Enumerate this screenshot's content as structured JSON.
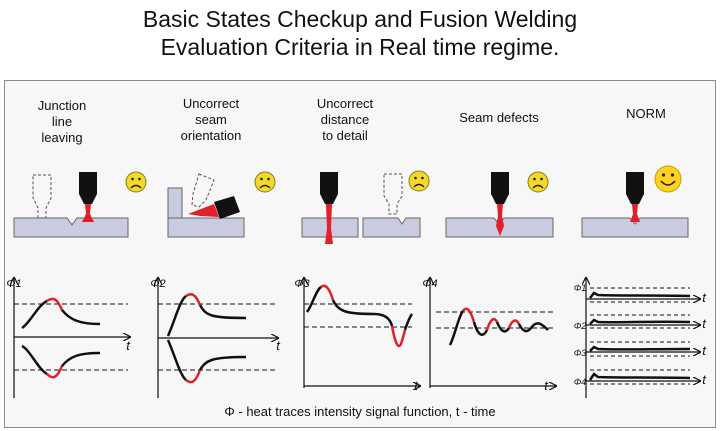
{
  "title": {
    "line1": "Basic States Checkup and Fusion Welding",
    "line2": "Evaluation Criteria in Real time regime."
  },
  "panels": [
    {
      "lines": [
        "Junction",
        "line",
        "leaving"
      ],
      "face": "sad"
    },
    {
      "lines": [
        "Uncorrect",
        "seam",
        "orientation"
      ],
      "face": "sad"
    },
    {
      "lines": [
        "Uncorrect",
        "distance",
        "to detail"
      ],
      "face": "sad"
    },
    {
      "lines": [
        "Seam defects"
      ],
      "face": "sad"
    },
    {
      "lines": [
        "NORM"
      ],
      "face": "happy"
    }
  ],
  "axis_t_label": "t",
  "phi_labels": [
    "Φ1",
    "Φ2",
    "Φ3",
    "Φ4"
  ],
  "caption": "Φ - heat traces intensity signal function, t - time",
  "colors": {
    "plate": "#c9cce0",
    "torch": "#111111",
    "flame": "#e0202a",
    "face_sad": "#f2d92a",
    "face_happy": "#ffd21f"
  }
}
